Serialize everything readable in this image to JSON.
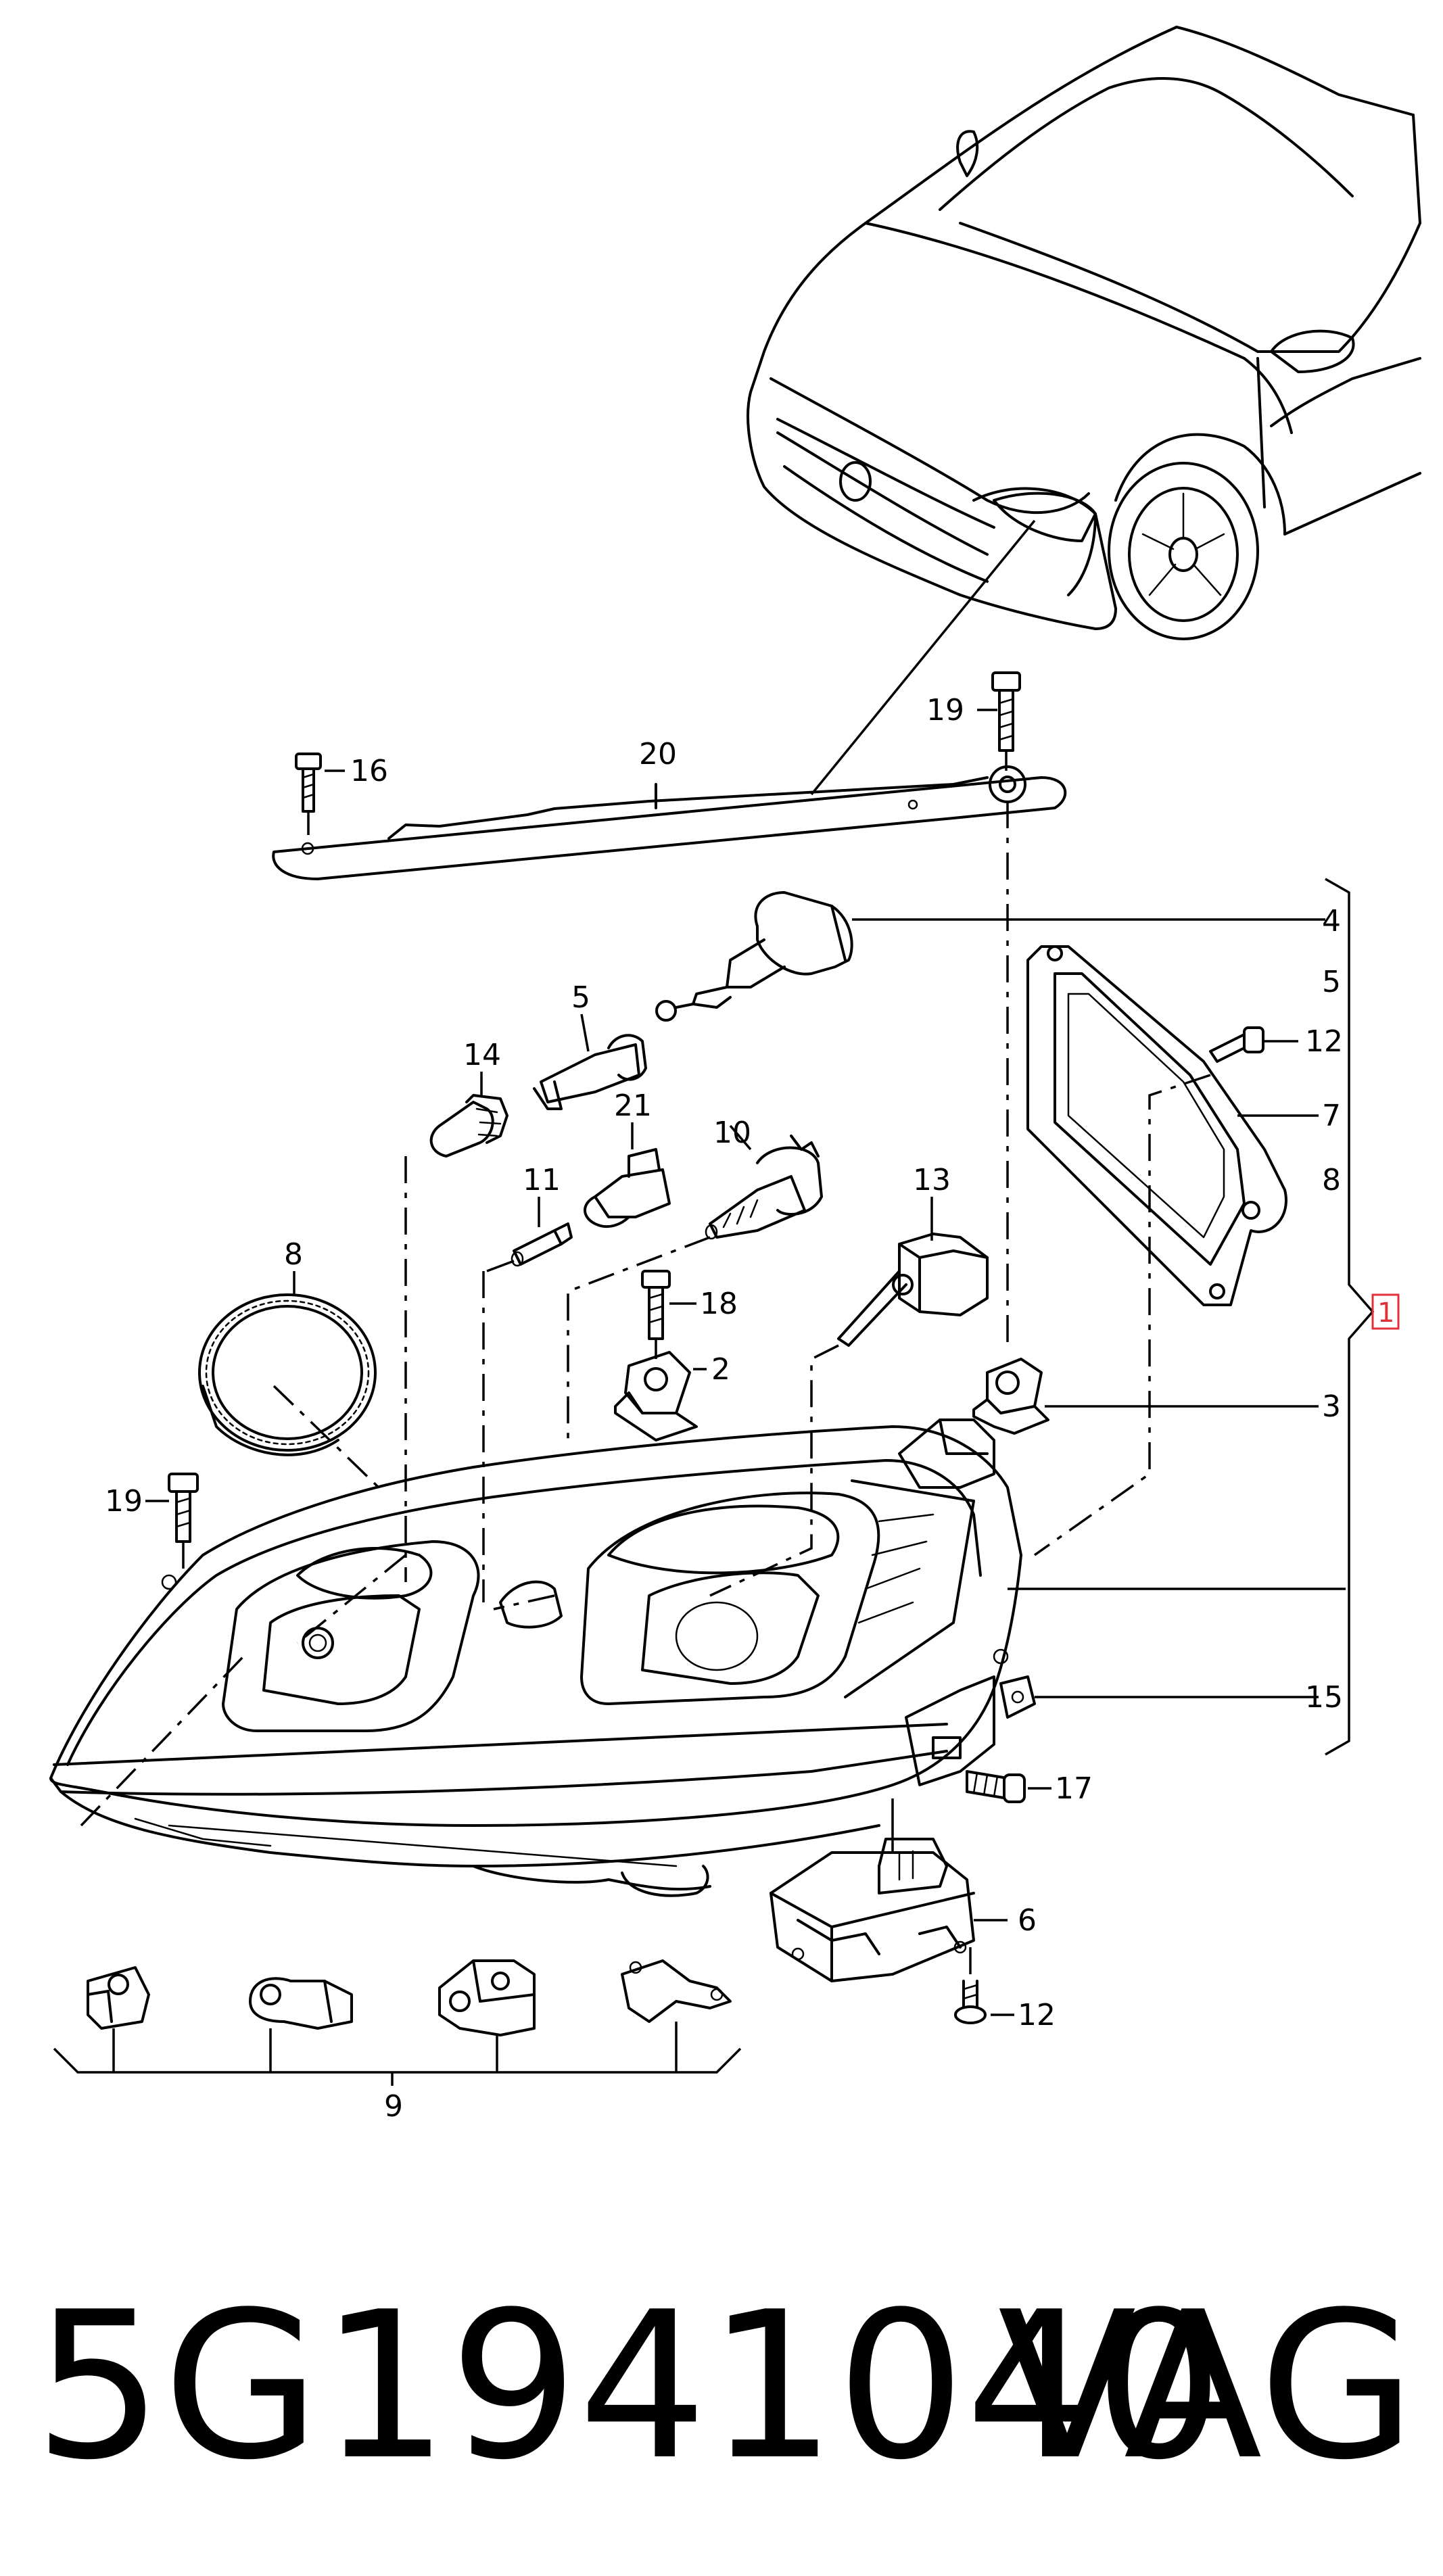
{
  "callouts": {
    "c1": "1",
    "c2": "2",
    "c3": "3",
    "c4": "4",
    "c5_top": "5",
    "c5": "5",
    "c6": "6",
    "c7": "7",
    "c8_right": "8",
    "c8": "8",
    "c9": "9",
    "c10": "10",
    "c11": "11",
    "c12_top": "12",
    "c12_bottom": "12",
    "c13": "13",
    "c14": "14",
    "c15": "15",
    "c16": "16",
    "c17": "17",
    "c18": "18",
    "c19_top": "19",
    "c19_left": "19",
    "c20": "20",
    "c21": "21"
  },
  "footer": {
    "part_number": "5G1941040",
    "brand": "VAG"
  },
  "colors": {
    "line": "#000000",
    "highlight_box": "#e0303a"
  }
}
